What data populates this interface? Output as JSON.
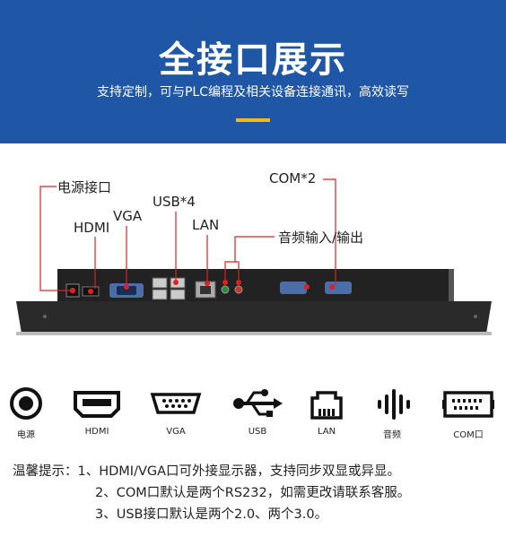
{
  "banner": {
    "title": "全接口展示",
    "subtitle": "支持定制，可与PLC编程及相关设备连接通讯，高效读写",
    "accent": "#f2b81c",
    "bg": "#1f57a6"
  },
  "device_labels": {
    "power": "电源接口",
    "hdmi": "HDMI",
    "vga": "VGA",
    "usb": "USB*4",
    "lan": "LAN",
    "com": "COM*2",
    "audio": "音频输入/输出"
  },
  "icons": [
    {
      "name": "power-icon",
      "label": "电源"
    },
    {
      "name": "hdmi-icon",
      "label": "HDMI"
    },
    {
      "name": "vga-icon",
      "label": "VGA"
    },
    {
      "name": "usb-icon",
      "label": "USB"
    },
    {
      "name": "lan-icon",
      "label": "LAN"
    },
    {
      "name": "audio-icon",
      "label": "音频"
    },
    {
      "name": "com-icon",
      "label": "COM口"
    }
  ],
  "notes": {
    "prefix": "温馨提示：",
    "items": [
      "1、HDMI/VGA口可外接显示器，支持同步双显或异显。",
      "2、COM口默认是两个RS232，如需更改请联系客服。",
      "3、USB接口默认是两个2.0、两个3.0。"
    ]
  }
}
